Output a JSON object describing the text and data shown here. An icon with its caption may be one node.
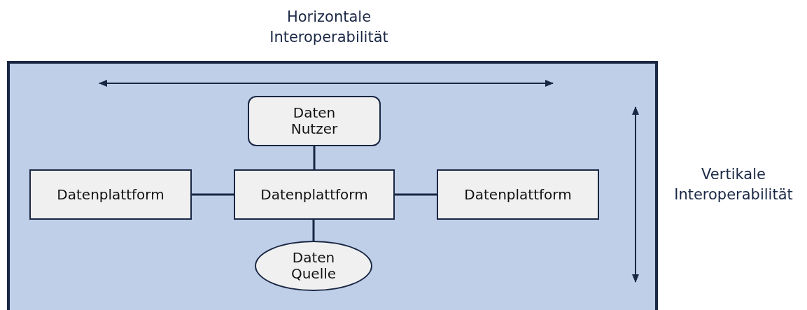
{
  "diagram": {
    "nodes": [
      {
        "text": [],
        "shape": "box"
      },
      {
        "text": [
          "Daten Nutzer"
        ],
        "in": 0
      },
      {
        "text": [
          "Datenplattform"
        ],
        "in": 0
      },
      {
        "text": [
          "Datenplattform"
        ],
        "in": 0
      },
      {
        "text": [
          "Datenplattform"
        ],
        "in": 0
      },
      {
        "text": [
          "Daten Quelle"
        ],
        "in": 0
      }
    ],
    "edges": [
      {
        "from": 1,
        "to": 3,
        "arrow": "none"
      },
      {
        "from": 2,
        "to": 3,
        "arrow": "none"
      },
      {
        "from": 3,
        "to": 4,
        "arrow": "none"
      },
      {
        "from": 3,
        "to": 5,
        "arrow": "none"
      }
    ],
    "labels": [
      "Horizontale Interoperabilität",
      "Vertikale Interoperabilität"
    ]
  }
}
